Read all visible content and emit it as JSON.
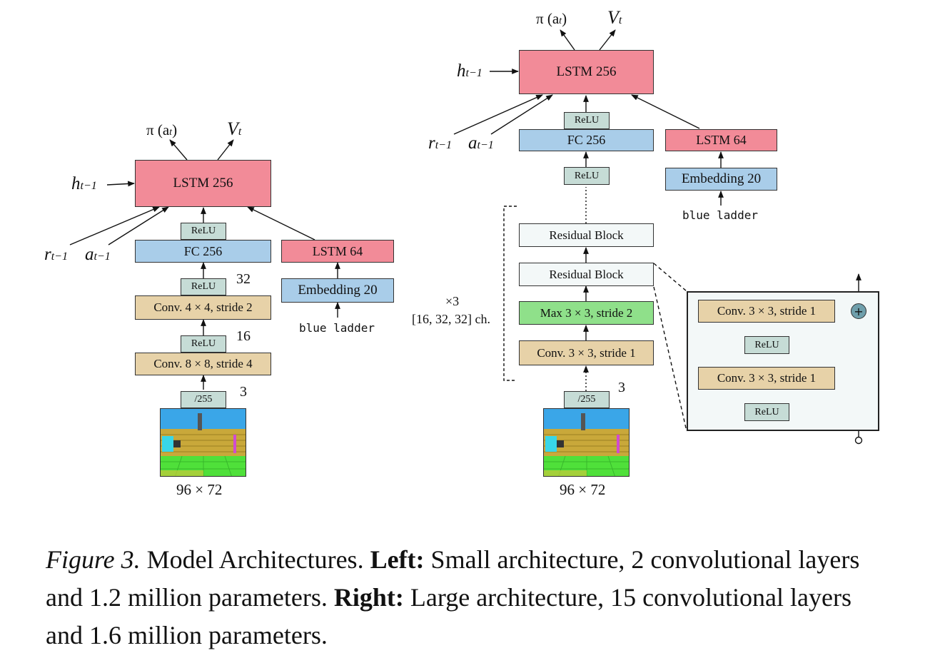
{
  "left": {
    "outputs": {
      "policy": "π (a",
      "policy_sub": "t",
      "policy_end": ")",
      "value": "V",
      "value_sub": "t"
    },
    "hidden_in": {
      "main": "h",
      "sub": "t−1"
    },
    "reward_in": {
      "main": "r",
      "sub": "t−1"
    },
    "action_in": {
      "main": "a",
      "sub": "t−1"
    },
    "lstm_main": "LSTM 256",
    "relu_top": "ReLU",
    "fc": "FC 256",
    "lstm_instr": "LSTM 64",
    "embedding": "Embedding 20",
    "instruction": "blue ladder",
    "relu_mid": "ReLU",
    "channels_32": "32",
    "conv2": "Conv. 4 × 4, stride 2",
    "relu_low": "ReLU",
    "channels_16": "16",
    "conv1": "Conv. 8 × 8, stride 4",
    "normalize": "/255",
    "channels_3": "3",
    "input_size": "96 × 72"
  },
  "right": {
    "outputs": {
      "policy": "π (a",
      "policy_sub": "t",
      "policy_end": ")",
      "value": "V",
      "value_sub": "t"
    },
    "hidden_in": {
      "main": "h",
      "sub": "t−1"
    },
    "reward_in": {
      "main": "r",
      "sub": "t−1"
    },
    "action_in": {
      "main": "a",
      "sub": "t−1"
    },
    "lstm_main": "LSTM 256",
    "relu_top": "ReLU",
    "fc": "FC 256",
    "lstm_instr": "LSTM 64",
    "embedding": "Embedding 20",
    "instruction": "blue ladder",
    "relu_mid": "ReLU",
    "residual_1": "Residual Block",
    "residual_2": "Residual Block",
    "maxpool": "Max 3 × 3, stride 2",
    "conv": "Conv. 3 × 3, stride 1",
    "repeat": "×3",
    "channels_list": "[16, 32, 32] ch.",
    "normalize": "/255",
    "channels_3": "3",
    "input_size": "96 × 72",
    "block_detail": {
      "conv_top": "Conv. 3 × 3, stride 1",
      "relu_top": "ReLU",
      "conv_bottom": "Conv. 3 × 3, stride 1",
      "relu_bottom": "ReLU",
      "add_symbol": "+"
    }
  },
  "caption": {
    "label": "Figure 3.",
    "text1": " Model Architectures. ",
    "left_bold": "Left:",
    "text2": " Small architecture, 2 convolutional layers and 1.2 million parameters. ",
    "right_bold": "Right:",
    "text3": " Large architecture, 15 convolutional layers and 1.6 million parameters."
  },
  "colors": {
    "lstm": "#f28b98",
    "fc": "#a9cde9",
    "relu": "#c6dcd6",
    "conv": "#e7d2a8",
    "maxpool": "#8fe08a",
    "residual": "#f3f8f8",
    "add_node": "#6f9fab"
  }
}
